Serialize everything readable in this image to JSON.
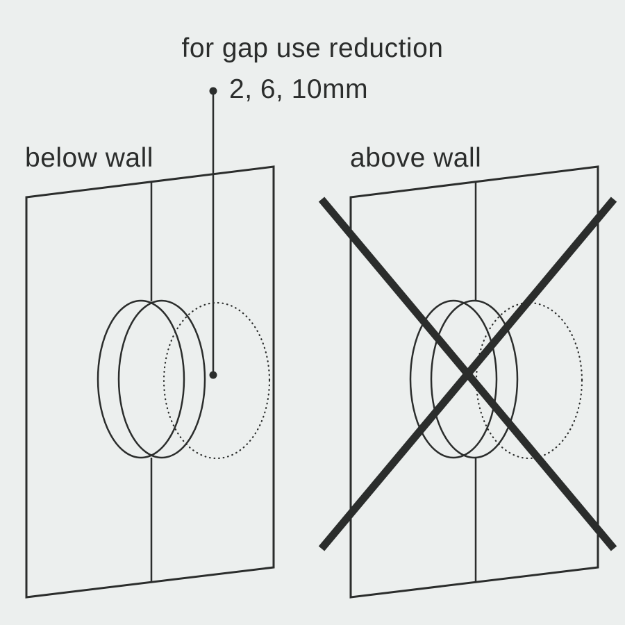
{
  "title": "for gap use reduction",
  "measurements": "2, 6, 10mm",
  "panels": {
    "left": {
      "label": "below wall"
    },
    "right": {
      "label": "above wall"
    }
  },
  "annotation": {
    "leader_target": "reduction ring position on cylinder"
  },
  "colors": {
    "background": "#ecefee",
    "line": "#2b2d2c"
  }
}
